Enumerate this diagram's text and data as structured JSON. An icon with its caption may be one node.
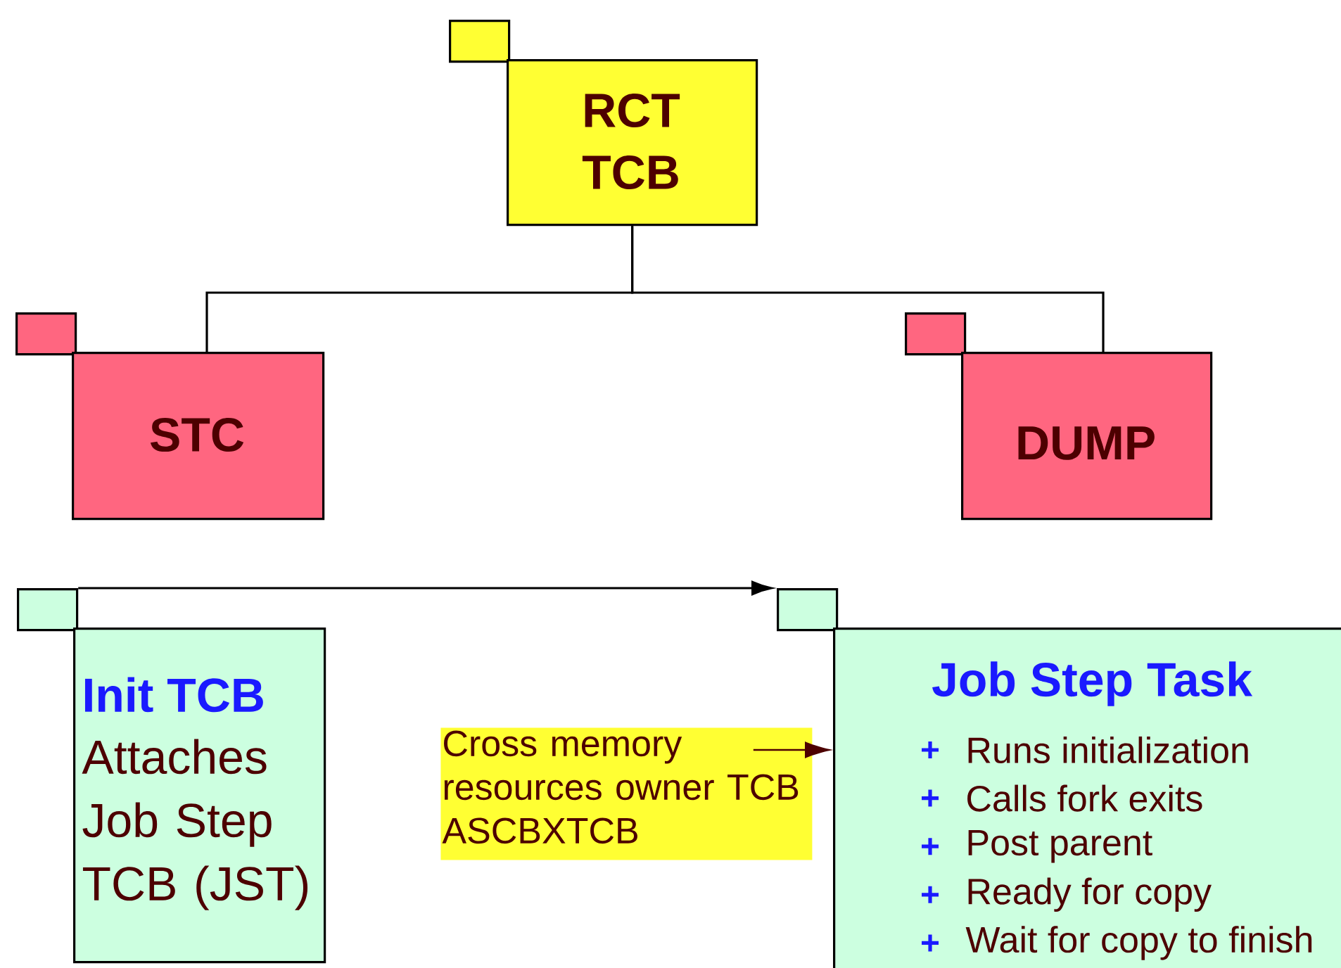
{
  "diagram": {
    "nodes": [
      {
        "text": [],
        "shape": "box"
      },
      {
        "text": [
          "RCT TCB"
        ]
      },
      {
        "text": [],
        "shape": "box"
      },
      {
        "text": [
          "STC"
        ]
      },
      {
        "text": [],
        "shape": "box"
      },
      {
        "text": [
          "DUMP"
        ]
      },
      {
        "text": [],
        "shape": "box"
      },
      {
        "text": [
          "Init TCB",
          "Attaches Job Step TCB (JST)"
        ]
      },
      {
        "text": [],
        "shape": "box"
      },
      {
        "text": [
          "Job Step Task",
          "Runs initialization",
          "Calls fork exits",
          "Post parent",
          "Ready for copy",
          "Wait for copy to finish"
        ]
      },
      {
        "text": [
          "Cross memory resources owner TCB ASCBXTCB"
        ]
      }
    ],
    "edges": [
      {
        "from": 1,
        "to": 3,
        "arrow": "none"
      },
      {
        "from": 1,
        "to": 5,
        "arrow": "none"
      },
      {
        "from": 6,
        "to": 8,
        "arrow": "to"
      },
      {
        "from": 10,
        "to": 9,
        "arrow": "to",
        "color": "#4d0000"
      }
    ]
  }
}
